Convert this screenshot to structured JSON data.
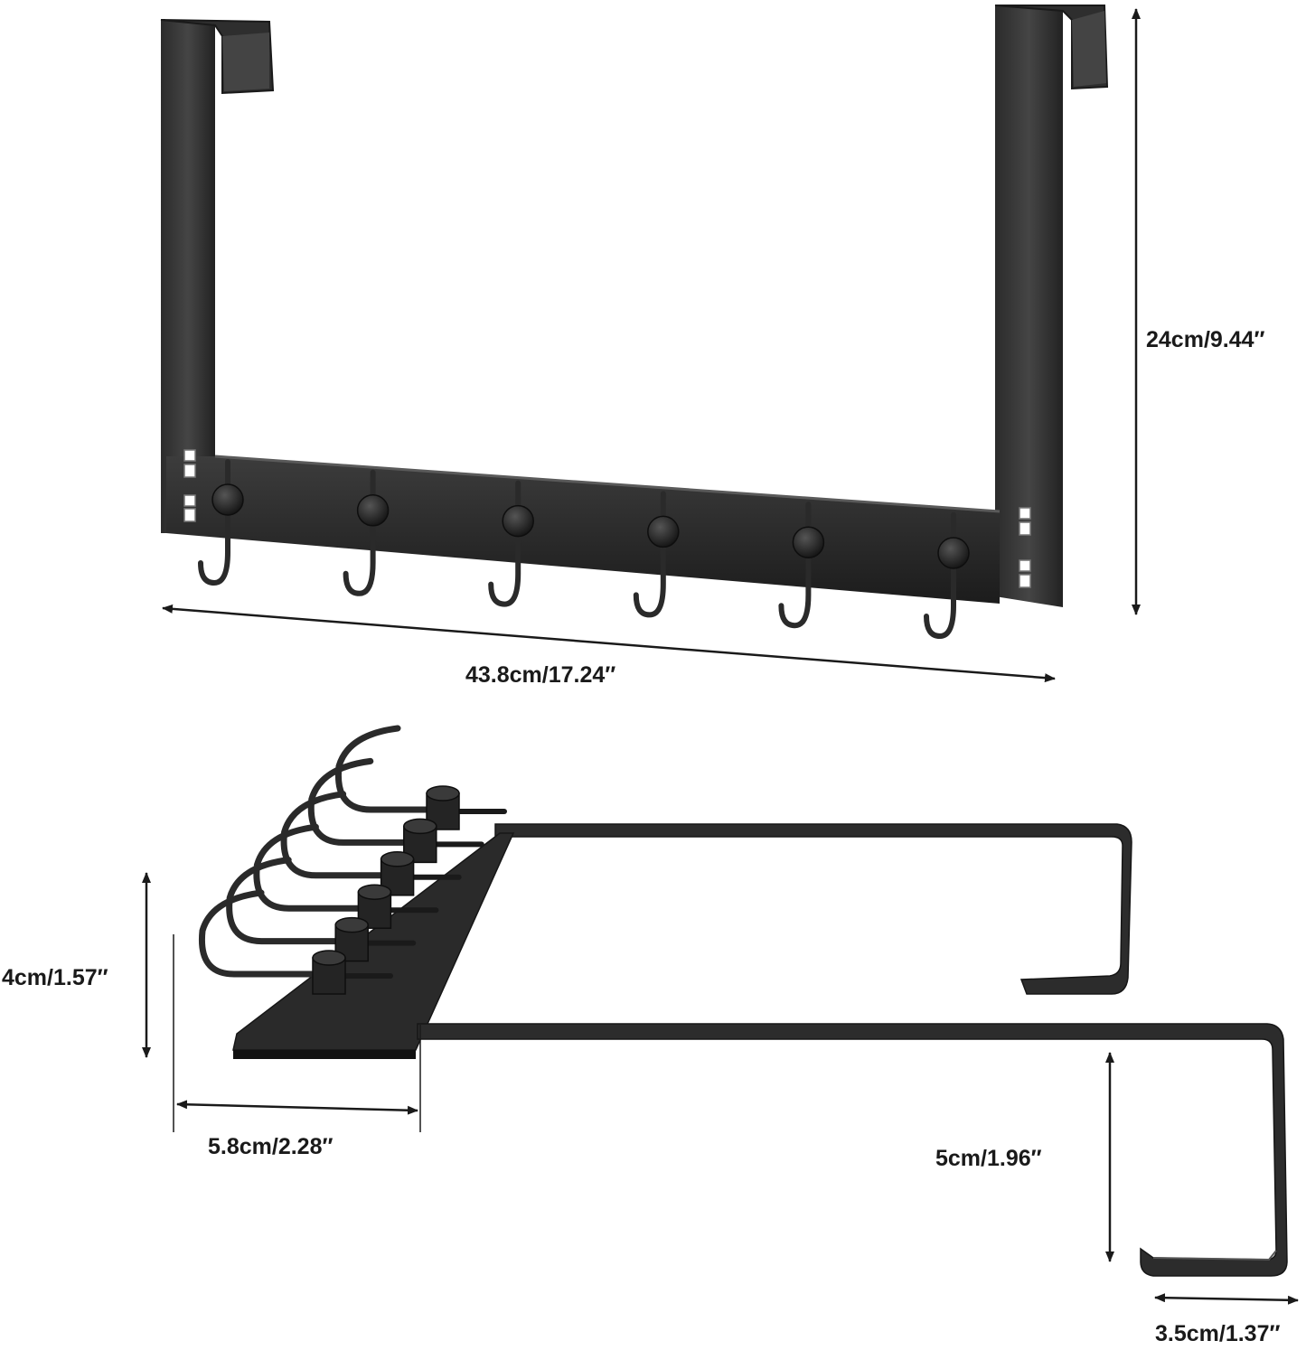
{
  "dimensions": {
    "front_height": "24cm/9.44″",
    "front_width": "43.8cm/17.24″",
    "side_hook_height": "4cm/1.57″",
    "side_plate_depth": "5.8cm/2.28″",
    "door_drop": "5cm/1.96″",
    "door_gap": "3.5cm/1.37″"
  },
  "colors": {
    "metal": "#2a2a2a",
    "metal_light": "#4a4a4a",
    "metal_dark": "#111111",
    "dimension_line": "#1a1a1a",
    "background": "#ffffff"
  },
  "hook_count": 6
}
